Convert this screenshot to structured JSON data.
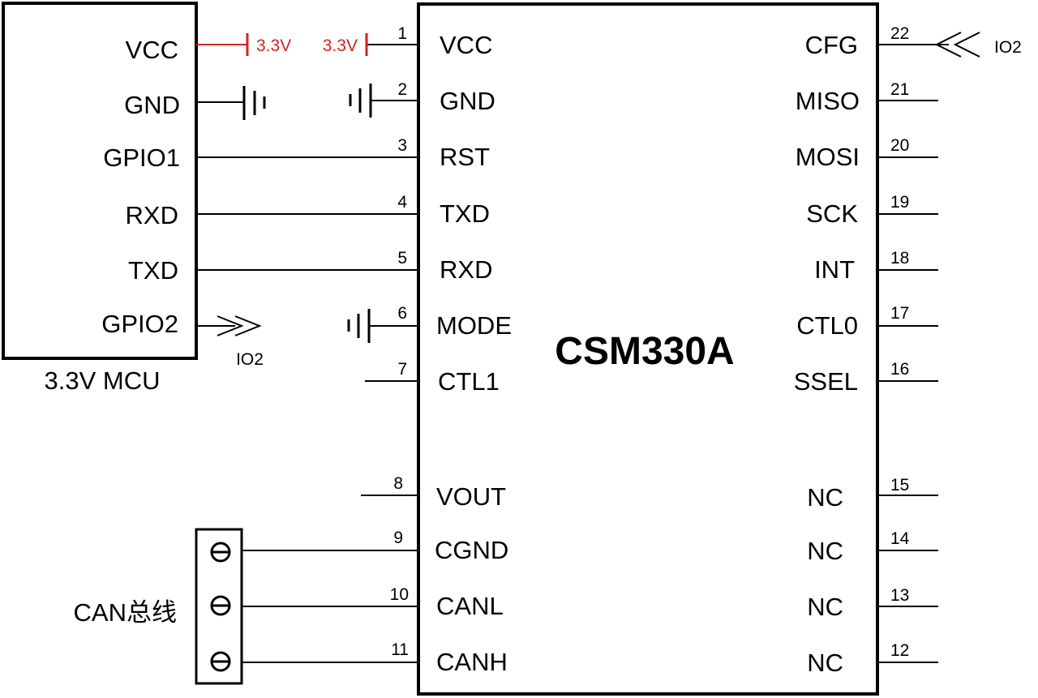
{
  "mcu": {
    "label": "3.3V MCU",
    "pins": [
      "VCC",
      "GND",
      "GPIO1",
      "RXD",
      "TXD",
      "GPIO2"
    ]
  },
  "power": {
    "mcu_vcc_label": "3.3V",
    "chip_vcc_label": "3.3V",
    "color": "#d42222"
  },
  "netlabels": {
    "gpio2_net": "IO2",
    "cfg_net": "IO2"
  },
  "chip": {
    "name": "CSM330A",
    "left_pins": [
      {
        "num": "1",
        "name": "VCC"
      },
      {
        "num": "2",
        "name": "GND"
      },
      {
        "num": "3",
        "name": "RST"
      },
      {
        "num": "4",
        "name": "TXD"
      },
      {
        "num": "5",
        "name": "RXD"
      },
      {
        "num": "6",
        "name": "MODE"
      },
      {
        "num": "7",
        "name": "CTL1"
      },
      {
        "num": "8",
        "name": "VOUT"
      },
      {
        "num": "9",
        "name": "CGND"
      },
      {
        "num": "10",
        "name": "CANL"
      },
      {
        "num": "11",
        "name": "CANH"
      }
    ],
    "right_pins": [
      {
        "num": "22",
        "name": "CFG"
      },
      {
        "num": "21",
        "name": "MISO"
      },
      {
        "num": "20",
        "name": "MOSI"
      },
      {
        "num": "19",
        "name": "SCK"
      },
      {
        "num": "18",
        "name": "INT"
      },
      {
        "num": "17",
        "name": "CTL0"
      },
      {
        "num": "16",
        "name": "SSEL"
      },
      {
        "num": "15",
        "name": "NC"
      },
      {
        "num": "14",
        "name": "NC"
      },
      {
        "num": "13",
        "name": "NC"
      },
      {
        "num": "12",
        "name": "NC"
      }
    ]
  },
  "connector": {
    "label": "CAN总线"
  }
}
